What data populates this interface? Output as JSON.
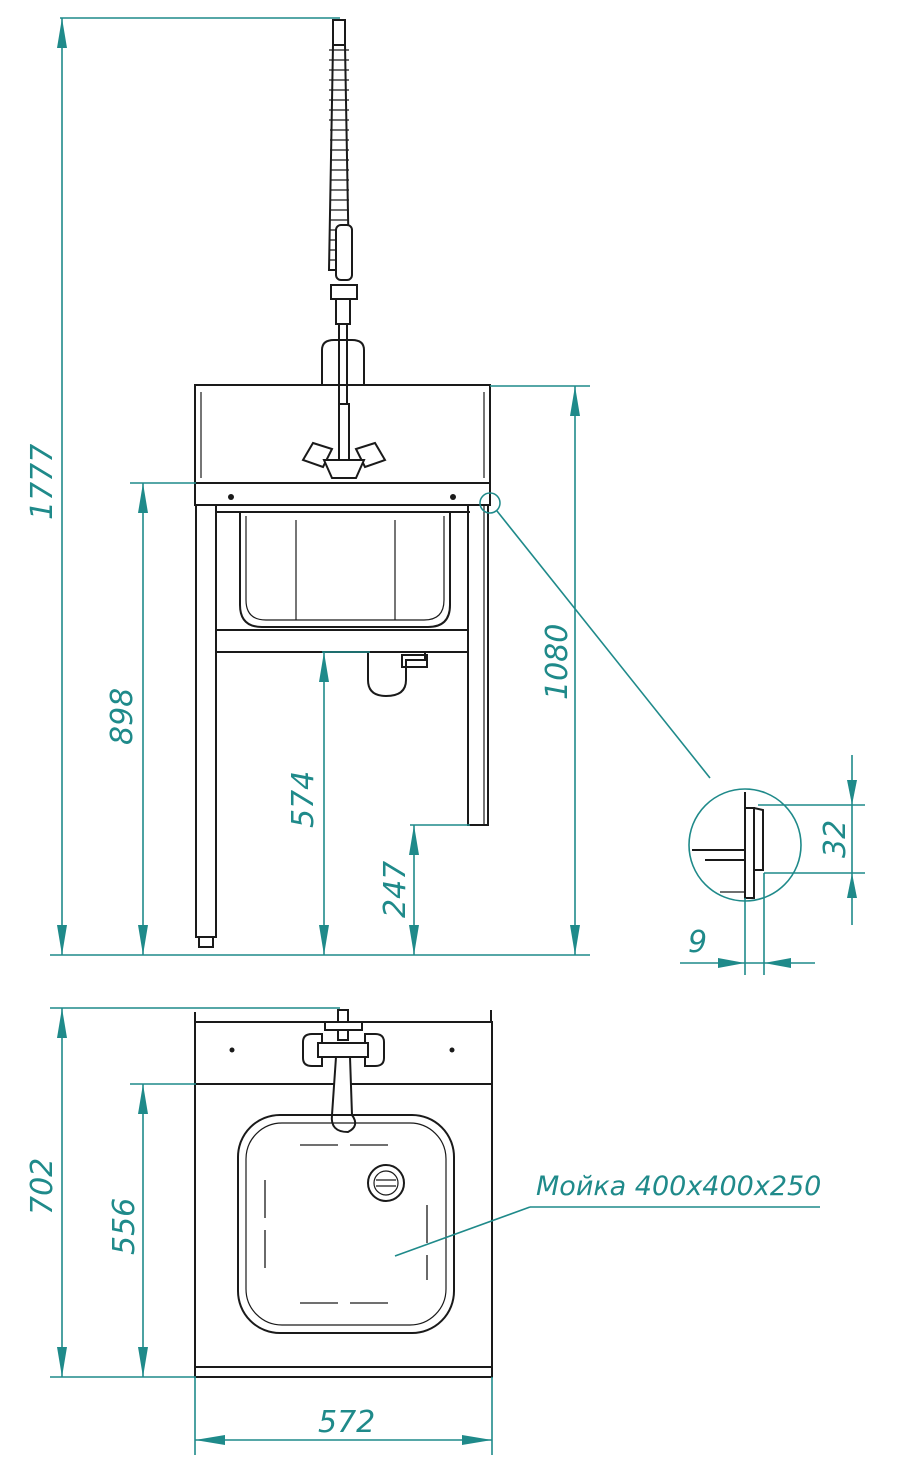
{
  "dimensions": {
    "total_height": "1777",
    "table_height": "898",
    "backsplash_top": "1080",
    "crossbar_height": "574",
    "foot_level": "247",
    "detail_height": "32",
    "detail_width": "9",
    "depth_total": "702",
    "depth_top": "556",
    "width": "572"
  },
  "callout": {
    "sink_label": "Мойка 400x400x250"
  },
  "colors": {
    "dimension": "#1f8a8a",
    "line": "#1a1a1a"
  }
}
